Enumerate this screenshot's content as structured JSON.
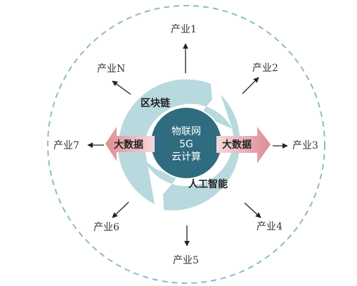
{
  "diagram": {
    "core": {
      "line1": "物联网",
      "line2": "5G",
      "line3": "云计算"
    },
    "band_labels": {
      "blockchain": "区块链",
      "ai": "人工智能"
    },
    "big_data_left": "大数据",
    "big_data_right": "大数据",
    "industries": {
      "top": "产业1",
      "top_right": "产业2",
      "right": "产业3",
      "bottom_right": "产业4",
      "bottom": "产业5",
      "bottom_left": "产业6",
      "left": "产业7",
      "top_left": "产业N"
    },
    "colors": {
      "outer_circle_dash": "#8bbcc4",
      "ring": "#b8d9dd",
      "core": "#2f6c80",
      "big_data_arrow": "#e29aa0",
      "arrow": "#222222"
    }
  }
}
